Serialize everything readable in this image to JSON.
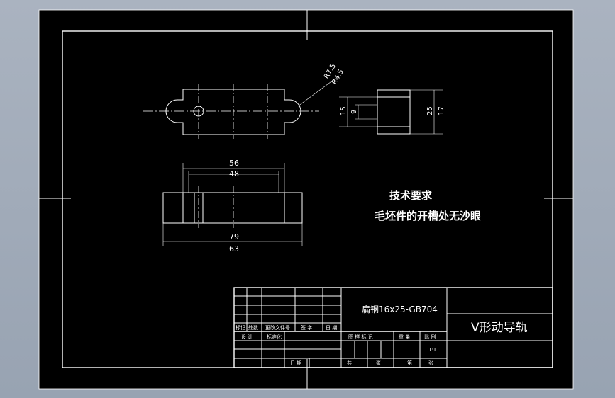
{
  "colors": {
    "background": "#000000",
    "lines": "#ffffff",
    "outer_margin": "#a5aebb"
  },
  "dimensions": {
    "r_outer": "R7.5",
    "r_inner": "R4.5",
    "h_15": "15",
    "h_9": "9",
    "v_25": "25",
    "v_17": "17",
    "len_56": "56",
    "len_48": "48",
    "len_79": "79",
    "len_63": "63"
  },
  "technical_requirements": {
    "heading": "技术要求",
    "item": "毛坯件的开槽处无沙眼"
  },
  "title_block": {
    "material": "扁钢16x25-GB704",
    "part_name": "V形动导轨",
    "rev_headers": [
      "标记",
      "处数",
      "更改文件号",
      "签 字",
      "日 期"
    ],
    "row_design": "设 计",
    "row_std": "标准化",
    "row_date": "日 期",
    "stage_headers": [
      "图 样 标 记",
      "重 量",
      "比 例"
    ],
    "scale": "1:1",
    "sheet_total": "共",
    "sheet_unit": "张",
    "sheet_no": "第",
    "sheet_unit2": "张"
  }
}
